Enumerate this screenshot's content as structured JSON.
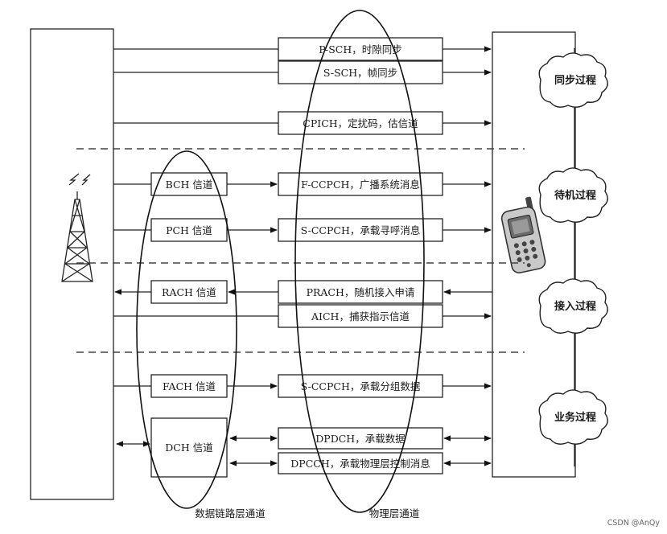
{
  "physical_channels": [
    {
      "id": "psch",
      "label": "P-SCH，时隙同步"
    },
    {
      "id": "ssch",
      "label": "S-SCH，帧同步"
    },
    {
      "id": "cpich",
      "label": "CPICH，定扰码，估信道"
    },
    {
      "id": "fccpch",
      "label": "F-CCPCH，广播系统消息"
    },
    {
      "id": "sccpch-paging",
      "label": "S-CCPCH，承载寻呼消息"
    },
    {
      "id": "prach",
      "label": "PRACH，随机接入申请"
    },
    {
      "id": "aich",
      "label": "AICH，捕获指示信道"
    },
    {
      "id": "sccpch-data",
      "label": "S-CCPCH，承载分组数据"
    },
    {
      "id": "dpdch",
      "label": "DPDCH，承载数据"
    },
    {
      "id": "dpcch",
      "label": "DPCCH，承载物理层控制消息"
    }
  ],
  "transport_channels": [
    {
      "id": "bch",
      "label": "BCH 信道"
    },
    {
      "id": "pch",
      "label": "PCH 信道"
    },
    {
      "id": "rach",
      "label": "RACH 信道"
    },
    {
      "id": "fach",
      "label": "FACH 信道"
    },
    {
      "id": "dch",
      "label": "DCH 信道"
    }
  ],
  "processes": [
    {
      "id": "sync",
      "label": "同步过程"
    },
    {
      "id": "idle",
      "label": "待机过程"
    },
    {
      "id": "access",
      "label": "接入过程"
    },
    {
      "id": "service",
      "label": "业务过程"
    }
  ],
  "captions": {
    "datalink": "数据链路层通道",
    "physical": "物理层通道"
  },
  "watermark": "CSDN @AnQy",
  "icons": {
    "base_station": "cell-tower-icon",
    "terminal": "mobile-phone-icon"
  }
}
